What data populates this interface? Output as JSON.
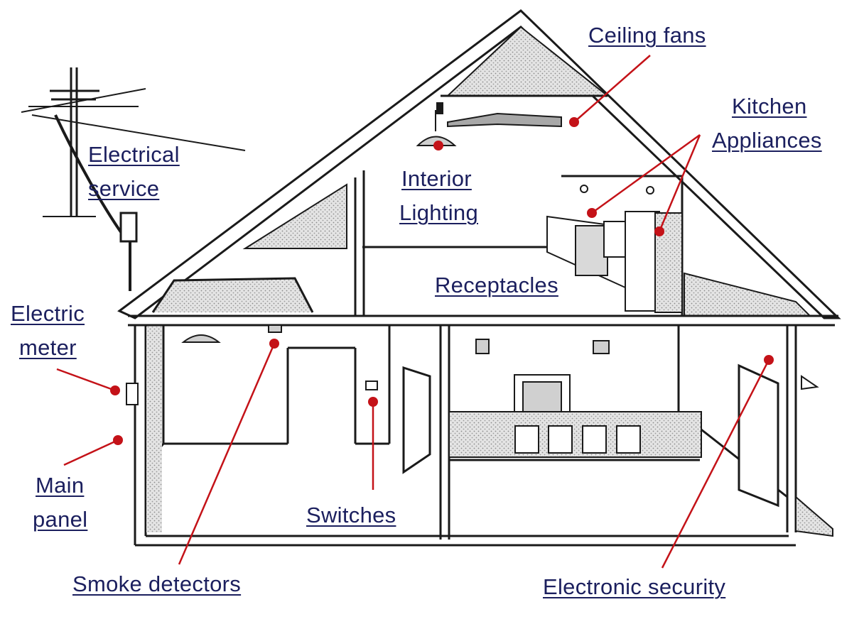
{
  "labels": {
    "ceiling_fans": "Ceiling fans",
    "kitchen_line1": "Kitchen",
    "kitchen_line2": "Appliances",
    "electrical_line1": "Electrical",
    "electrical_line2": "service",
    "interior_line1": "Interior",
    "interior_line2": "Lighting",
    "receptacles": "Receptacles",
    "meter_line1": "Electric",
    "meter_line2": "meter",
    "panel_line1": "Main",
    "panel_line2": "panel",
    "switches": "Switches",
    "smoke": "Smoke detectors",
    "security": "Electronic security"
  },
  "colors": {
    "label_text": "#1b1f5e",
    "leader_line": "#c41218",
    "marker_dot": "#c41218",
    "drawing_line": "#1a1a1a",
    "roof_shading": "#c9c9c9"
  }
}
